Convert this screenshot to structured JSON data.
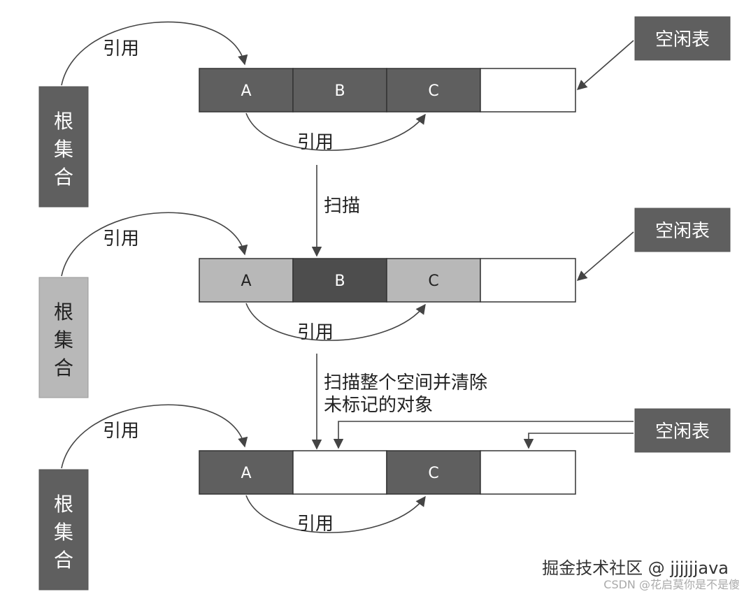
{
  "colors": {
    "dark": "#5f5f5f",
    "darker": "#4d4d4d",
    "light": "#b8b8b8",
    "empty": "#ffffff",
    "line": "#444444"
  },
  "rows": [
    {
      "root": {
        "text": "根集合",
        "style": "dark"
      },
      "cells": [
        {
          "text": "A",
          "style": "dark"
        },
        {
          "text": "B",
          "style": "dark"
        },
        {
          "text": "C",
          "style": "dark"
        },
        {
          "text": "",
          "style": "empty"
        }
      ],
      "root_ref_label": "引用",
      "inner_ref_label": "引用",
      "free_list_label": "空闲表"
    },
    {
      "root": {
        "text": "根集合",
        "style": "light"
      },
      "cells": [
        {
          "text": "A",
          "style": "light"
        },
        {
          "text": "B",
          "style": "darker"
        },
        {
          "text": "C",
          "style": "light"
        },
        {
          "text": "",
          "style": "empty"
        }
      ],
      "root_ref_label": "引用",
      "inner_ref_label": "引用",
      "free_list_label": "空闲表"
    },
    {
      "root": {
        "text": "根集合",
        "style": "dark"
      },
      "cells": [
        {
          "text": "A",
          "style": "dark"
        },
        {
          "text": "",
          "style": "empty"
        },
        {
          "text": "C",
          "style": "dark"
        },
        {
          "text": "",
          "style": "empty"
        }
      ],
      "root_ref_label": "引用",
      "inner_ref_label": "引用",
      "free_list_label": "空闲表"
    }
  ],
  "steps": {
    "scan": "扫描",
    "sweep_line1": "扫描整个空间并清除",
    "sweep_line2": "未标记的对象"
  },
  "watermarks": {
    "main": "掘金技术社区 @ jjjjjjava",
    "sub": "CSDN @花启莫你是不是傻"
  }
}
